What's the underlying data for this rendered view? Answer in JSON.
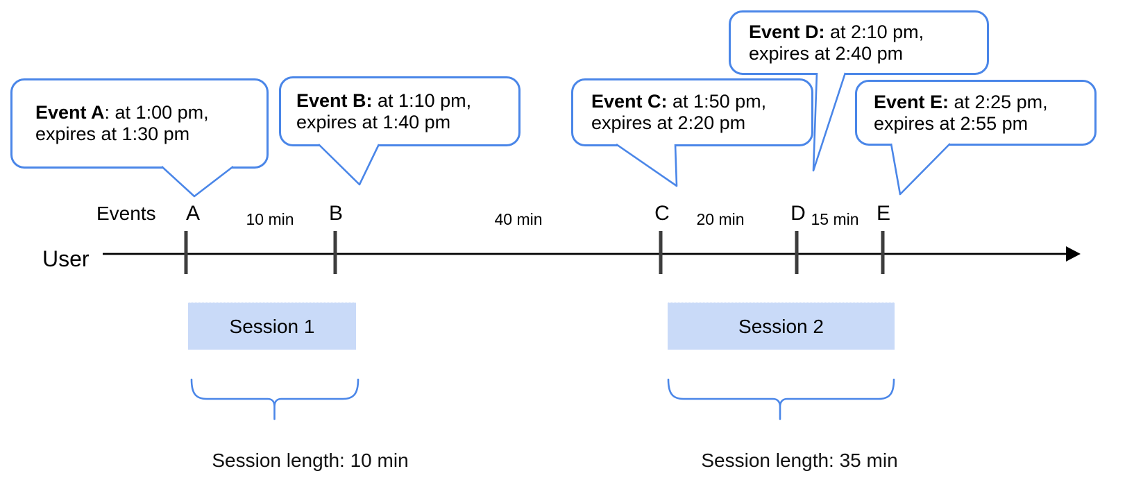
{
  "axis": {
    "events_label": "Events",
    "user_label": "User"
  },
  "events": [
    {
      "letter": "A",
      "bold": "Event A",
      "line1_rest": ": at 1:00 pm,",
      "line2": "expires at 1:30 pm"
    },
    {
      "letter": "B",
      "bold": "Event B:",
      "line1_rest": " at 1:10 pm,",
      "line2": "expires at 1:40 pm"
    },
    {
      "letter": "C",
      "bold": "Event C:",
      "line1_rest": " at 1:50 pm,",
      "line2": "expires at 2:20 pm"
    },
    {
      "letter": "D",
      "bold": "Event D:",
      "line1_rest": " at 2:10 pm,",
      "line2": "expires at 2:40 pm"
    },
    {
      "letter": "E",
      "bold": "Event E:",
      "line1_rest": " at 2:25 pm,",
      "line2": "expires at 2:55 pm"
    }
  ],
  "intervals": [
    {
      "label": "10 min"
    },
    {
      "label": "40 min"
    },
    {
      "label": "20 min"
    },
    {
      "label": "15 min"
    }
  ],
  "sessions": [
    {
      "label": "Session 1",
      "length": "Session length: 10 min"
    },
    {
      "label": "Session 2",
      "length": "Session length: 35 min"
    }
  ],
  "colors": {
    "bubble_border": "#4a86e8",
    "brace": "#4a86e8",
    "session_fill": "#c9daf8",
    "tick": "#3d3d3d",
    "timeline": "#000000"
  }
}
